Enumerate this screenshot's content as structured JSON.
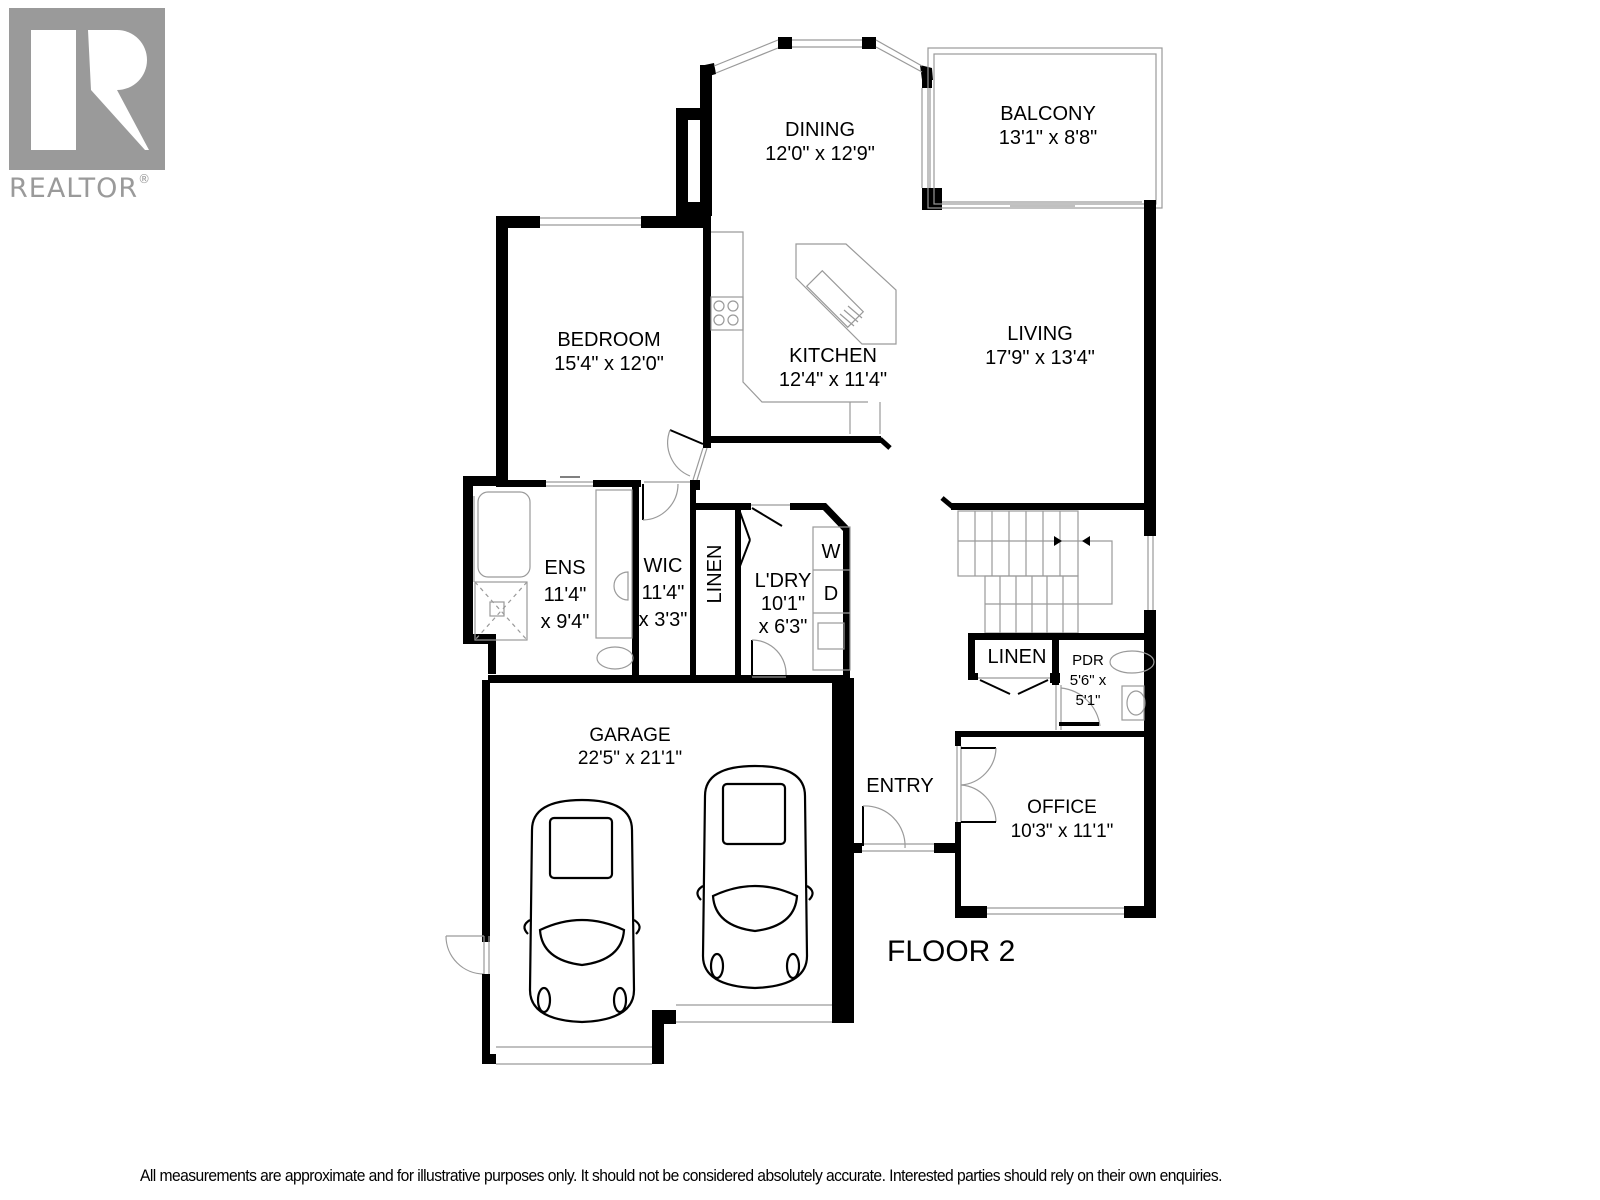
{
  "logo": {
    "brand": "REALTOR",
    "registered_mark": "®",
    "color": "#9a9a9a"
  },
  "floor_label": "FLOOR 2",
  "rooms": {
    "dining": {
      "name": "DINING",
      "dims": "12'0\" x 12'9\""
    },
    "balcony": {
      "name": "BALCONY",
      "dims": "13'1\" x 8'8\""
    },
    "bedroom": {
      "name": "BEDROOM",
      "dims": "15'4\" x 12'0\""
    },
    "kitchen": {
      "name": "KITCHEN",
      "dims": "12'4\" x 11'4\""
    },
    "living": {
      "name": "LIVING",
      "dims": "17'9\" x 13'4\""
    },
    "ens": {
      "name": "ENS",
      "dims1": "11'4\"",
      "dims2": "x 9'4\""
    },
    "wic": {
      "name": "WIC",
      "dims1": "11'4\"",
      "dims2": "x 3'3\""
    },
    "linen_vertical": {
      "name": "LINEN"
    },
    "laundry": {
      "name": "L'DRY",
      "dims1": "10'1\"",
      "dims2": "x 6'3\""
    },
    "washer": {
      "label": "W"
    },
    "dryer": {
      "label": "D"
    },
    "linen_horizontal": {
      "name": "LINEN"
    },
    "pdr": {
      "name": "PDR",
      "dims1": "5'6\" x",
      "dims2": "5'1\""
    },
    "garage": {
      "name": "GARAGE",
      "dims": "22'5\" x 21'1\""
    },
    "entry": {
      "name": "ENTRY"
    },
    "office": {
      "name": "OFFICE",
      "dims": "10'3\" x 11'1\""
    }
  },
  "disclaimer": "All measurements are approximate and for illustrative purposes only. It should not be considered absolutely accurate. Interested parties should rely on their own enquiries."
}
